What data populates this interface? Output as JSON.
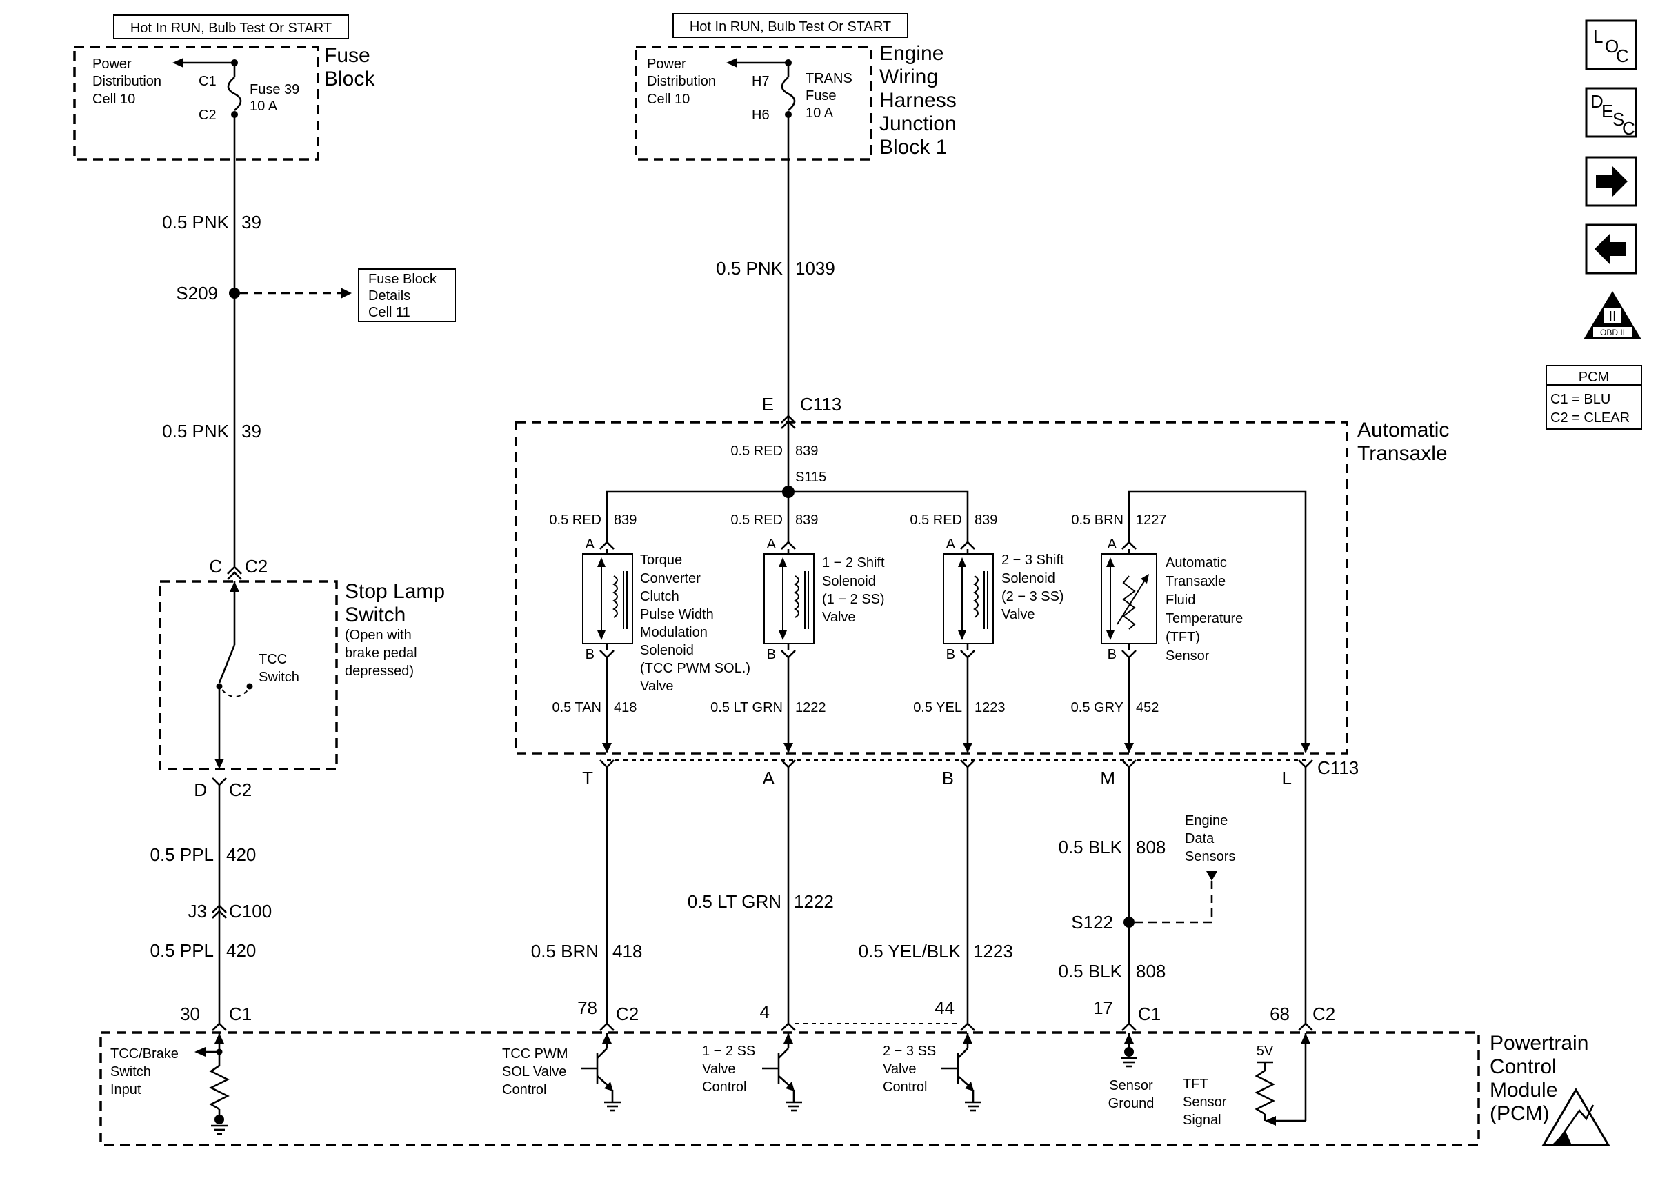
{
  "labels": {
    "hot_left": "Hot In RUN, Bulb Test Or START",
    "hot_mid": "Hot In RUN, Bulb Test Or START",
    "pd_left_1": "Power",
    "pd_left_2": "Distribution",
    "pd_left_3": "Cell 10",
    "pd_mid_1": "Power",
    "pd_mid_2": "Distribution",
    "pd_mid_3": "Cell 10",
    "c1": "C1",
    "c2": "C2",
    "h7": "H7",
    "h6": "H6",
    "fuse39_1": "Fuse 39",
    "fuse39_2": "10 A",
    "trans_1": "TRANS",
    "trans_2": "Fuse",
    "trans_3": "10 A",
    "fuseblock_1": "Fuse",
    "fuseblock_2": "Block",
    "ewh_1": "Engine",
    "ewh_2": "Wiring",
    "ewh_3": "Harness",
    "ewh_4": "Junction",
    "ewh_5": "Block 1",
    "w_pnk_a": "0.5 PNK",
    "w_39_a": "39",
    "s209": "S209",
    "fbd_1": "Fuse Block",
    "fbd_2": "Details",
    "fbd_3": "Cell 11",
    "w_pnk_b": "0.5 PNK",
    "w_39_b": "39",
    "w_pnk_1039": "0.5 PNK",
    "w_1039": "1039",
    "conn_E": "E",
    "conn_c113_top": "C113",
    "at_1": "Automatic",
    "at_2": "Transaxle",
    "red839_top": "0.5 RED",
    "n839_top": "839",
    "s115": "S115",
    "b1_col": "0.5 RED",
    "b1_num": "839",
    "b2_col": "0.5 RED",
    "b2_num": "839",
    "b3_col": "0.5 RED",
    "b3_num": "839",
    "b4_col": "0.5 BRN",
    "b4_num": "1227",
    "pin_a1": "A",
    "pin_a2": "A",
    "pin_a3": "A",
    "pin_a4": "A",
    "pin_b1": "B",
    "pin_b2": "B",
    "pin_b3": "B",
    "pin_b4": "B",
    "sol1_1": "Torque",
    "sol1_2": "Converter",
    "sol1_3": "Clutch",
    "sol1_4": "Pulse Width",
    "sol1_5": "Modulation",
    "sol1_6": "Solenoid",
    "sol1_7": "(TCC PWM SOL.)",
    "sol1_8": "Valve",
    "sol2_1": "1 − 2 Shift",
    "sol2_2": "Solenoid",
    "sol2_3": "(1 − 2 SS)",
    "sol2_4": "Valve",
    "sol3_1": "2 − 3 Shift",
    "sol3_2": "Solenoid",
    "sol3_3": "(2 − 3 SS)",
    "sol3_4": "Valve",
    "tft_1": "Automatic",
    "tft_2": "Transaxle",
    "tft_3": "Fluid",
    "tft_4": "Temperature",
    "tft_5": "(TFT)",
    "tft_6": "Sensor",
    "o1_col": "0.5 TAN",
    "o1_num": "418",
    "o2_col": "0.5 LT GRN",
    "o2_num": "1222",
    "o3_col": "0.5 YEL",
    "o3_num": "1223",
    "o4_col": "0.5 GRY",
    "o4_num": "452",
    "cT": "T",
    "cA": "A",
    "cB": "B",
    "cM": "M",
    "cL": "L",
    "c113_bot": "C113",
    "conn_C": "C",
    "conn_C2_top": "C2",
    "sls_1": "Stop Lamp",
    "sls_2": "Switch",
    "sls_3": "(Open with",
    "sls_4": "brake pedal",
    "sls_5": "depressed)",
    "tcc_1": "TCC",
    "tcc_2": "Switch",
    "conn_D": "D",
    "conn_C2_bot": "C2",
    "w_ppl_a": "0.5 PPL",
    "w_420_a": "420",
    "j3": "J3",
    "c100": "C100",
    "w_ppl_b": "0.5 PPL",
    "w_420_b": "420",
    "w_brn": "0.5 BRN",
    "w_418": "418",
    "w_ltgrn": "0.5 LT GRN",
    "w_1222": "1222",
    "w_yelblk": "0.5 YEL/BLK",
    "w_1223": "1223",
    "w_blk_a": "0.5 BLK",
    "w_808_a": "808",
    "eds_1": "Engine",
    "eds_2": "Data",
    "eds_3": "Sensors",
    "s122": "S122",
    "w_blk_b": "0.5 BLK",
    "w_808_b": "808",
    "p30": "30",
    "pc1_a": "C1",
    "p78": "78",
    "pc2_a": "C2",
    "p4": "4",
    "p44": "44",
    "p17": "17",
    "pc1_b": "C1",
    "p68": "68",
    "pc2_b": "C2",
    "pcm_tcc_1": "TCC/Brake",
    "pcm_tcc_2": "Switch",
    "pcm_tcc_3": "Input",
    "pcm_pwm_1": "TCC PWM",
    "pcm_pwm_2": "SOL Valve",
    "pcm_pwm_3": "Control",
    "pcm_12_1": "1 − 2 SS",
    "pcm_12_2": "Valve",
    "pcm_12_3": "Control",
    "pcm_23_1": "2 − 3 SS",
    "pcm_23_2": "Valve",
    "pcm_23_3": "Control",
    "pcm_sg_1": "Sensor",
    "pcm_sg_2": "Ground",
    "pcm_5v": "5V",
    "pcm_tft_1": "TFT",
    "pcm_tft_2": "Sensor",
    "pcm_tft_3": "Signal",
    "pcm_name_1": "Powertrain",
    "pcm_name_2": "Control",
    "pcm_name_3": "Module",
    "pcm_name_4": "(PCM)"
  },
  "nav": {
    "loc": {
      "a": "L",
      "b": "O",
      "c": "C"
    },
    "desc": {
      "a": "D",
      "b": "E",
      "c": "S",
      "d": "C"
    },
    "next_icon": "arrow-right-icon",
    "prev_icon": "arrow-left-icon",
    "obd_badge": "OBD II",
    "obd_numeral": "II"
  },
  "legend": {
    "title": "PCM",
    "c1": "C1 = BLU",
    "c2": "C2 = CLEAR"
  }
}
